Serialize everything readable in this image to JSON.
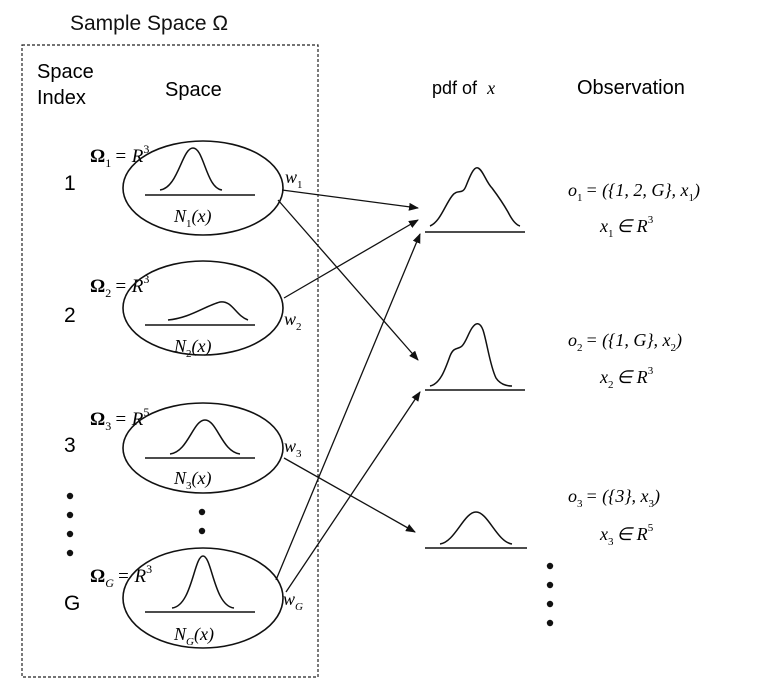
{
  "title": "Sample Space Ω",
  "headers": {
    "space_index_line1": "Space",
    "space_index_line2": "Index",
    "space": "Space",
    "pdf_prefix": "pdf of",
    "pdf_var": "x",
    "observation": "Observation"
  },
  "spaces": [
    {
      "index": "1",
      "omega": "Ω",
      "sub": "1",
      "eq": "= R",
      "sup": "3",
      "pdf_name": "N",
      "pdf_sub": "1",
      "pdf_arg": "(x)",
      "weight": "w",
      "weight_sub": "1"
    },
    {
      "index": "2",
      "omega": "Ω",
      "sub": "2",
      "eq": "= R",
      "sup": "3",
      "pdf_name": "N",
      "pdf_sub": "2",
      "pdf_arg": "(x)",
      "weight": "w",
      "weight_sub": "2"
    },
    {
      "index": "3",
      "omega": "Ω",
      "sub": "3",
      "eq": "= R",
      "sup": "5",
      "pdf_name": "N",
      "pdf_sub": "3",
      "pdf_arg": "(x)",
      "weight": "w",
      "weight_sub": "3"
    },
    {
      "index": "G",
      "omega": "Ω",
      "sub": "G",
      "eq": "= R",
      "sup": "3",
      "pdf_name": "N",
      "pdf_sub": "G",
      "pdf_arg": "(x)",
      "weight": "w",
      "weight_sub": "G"
    }
  ],
  "observations": [
    {
      "o": "o",
      "o_sub": "1",
      "set": "= ({1, 2, G}, x",
      "x_sub_in_set": "1",
      "close": ")",
      "x": "x",
      "x_sub": "1",
      "in": "∈ R",
      "sup": "3"
    },
    {
      "o": "o",
      "o_sub": "2",
      "set": "= ({1, G}, x",
      "x_sub_in_set": "2",
      "close": ")",
      "x": "x",
      "x_sub": "2",
      "in": "∈ R",
      "sup": "3"
    },
    {
      "o": "o",
      "o_sub": "3",
      "set": "= ({3}, x",
      "x_sub_in_set": "3",
      "close": ")",
      "x": "x",
      "x_sub": "3",
      "in": "∈ R",
      "sup": "5"
    }
  ]
}
